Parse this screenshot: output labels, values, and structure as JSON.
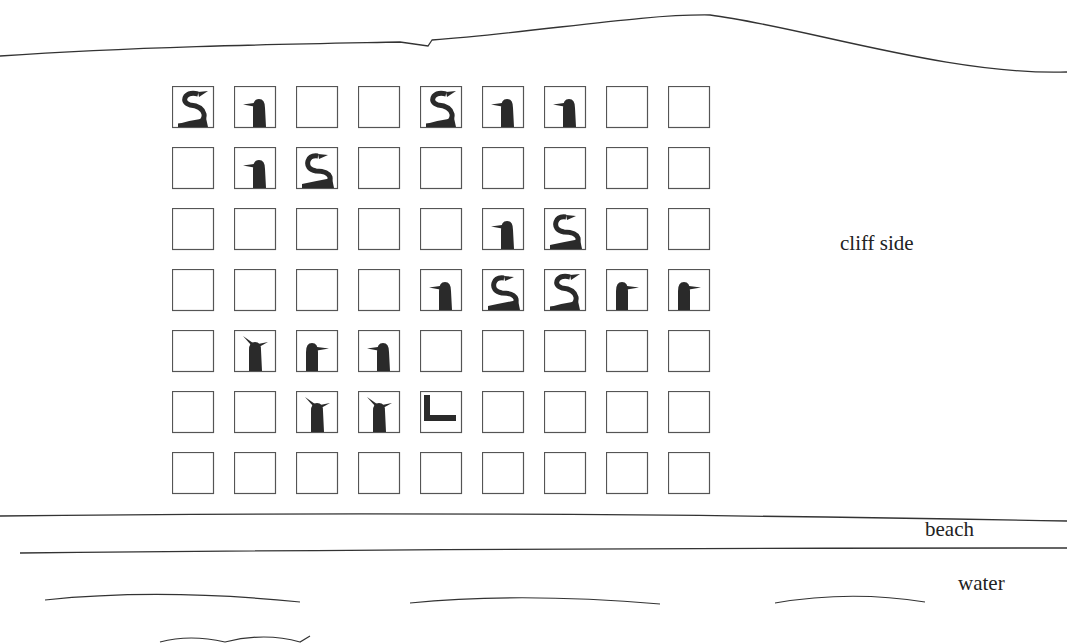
{
  "diagram": {
    "labels": [
      "cliff side",
      "beach",
      "water"
    ]
  }
}
